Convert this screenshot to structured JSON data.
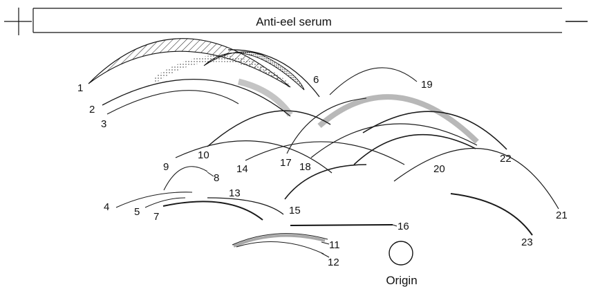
{
  "title": "Anti-eel serum",
  "origin_label": "Origin",
  "arc_labels": [
    "1",
    "2",
    "3",
    "4",
    "5",
    "6",
    "7",
    "8",
    "9",
    "10",
    "11",
    "12",
    "13",
    "14",
    "15",
    "16",
    "17",
    "18",
    "19",
    "20",
    "21",
    "22",
    "23"
  ]
}
